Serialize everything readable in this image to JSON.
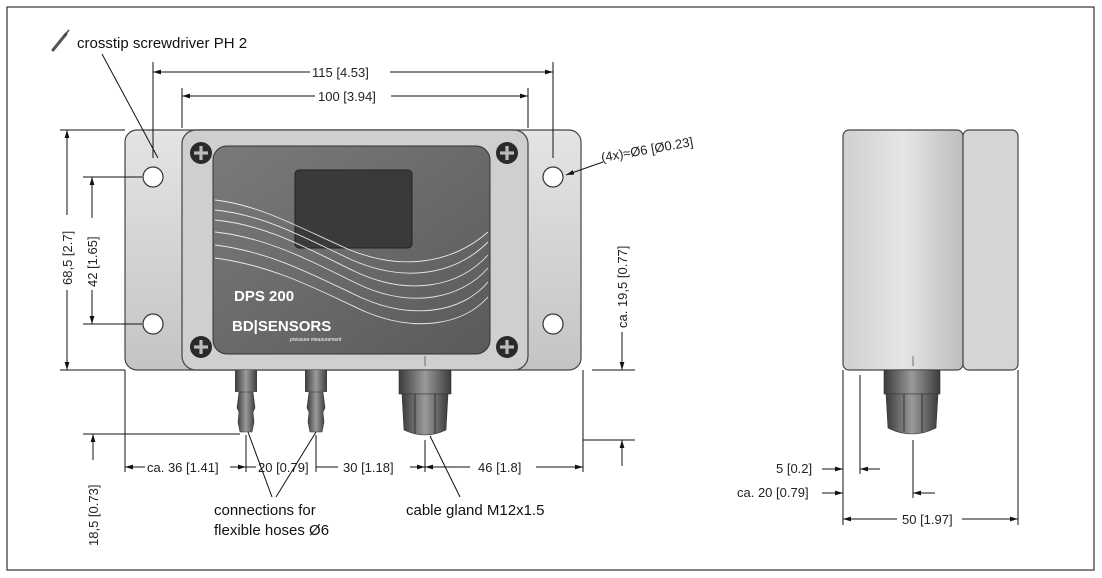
{
  "callouts": {
    "screwdriver": "crosstip screwdriver PH 2",
    "hoses_line1": "connections for",
    "hoses_line2": "flexible hoses Ø6",
    "gland": "cable gland M12x1.5"
  },
  "device": {
    "model": "DPS 200",
    "brand": "BD|SENSORS",
    "brand_sub": "pressure measurement"
  },
  "dimensions": {
    "width_outer": "115 [4.53]",
    "width_inner": "100 [3.94]",
    "holes": "(4x)≈Ø6 [Ø0.23]",
    "height_total": "68,5 [2.7]",
    "hole_pitch": "42 [1.65]",
    "base_offset": "ca. 19,5 [0.77]",
    "hose_len": "18,5 [0.73]",
    "left_offset": "ca. 36 [1.41]",
    "hose_pitch": "20 [0.79]",
    "gland_pitch": "30 [1.18]",
    "right_offset": "46 [1.8]",
    "side_5": "5 [0.2]",
    "side_20": "ca. 20 [0.79]",
    "side_50": "50 [1.97]"
  },
  "colors": {
    "frame": "#333333",
    "housing": "#d8d8d8",
    "cover": "#6b6b6b",
    "display": "#3a3a3a",
    "screw_icon": "#444444"
  }
}
